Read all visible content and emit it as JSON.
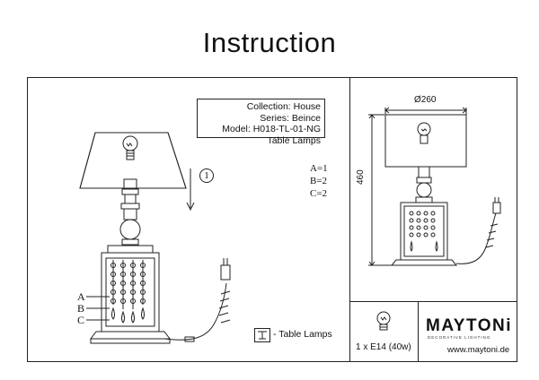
{
  "header": {
    "title": "Instruction"
  },
  "info_box": {
    "collection": "Collection:  House",
    "series": "Series: Beince",
    "model": "Model: H018-TL-01-NG",
    "type": "Table Lamps"
  },
  "parts_list": [
    "A=1",
    "B=2",
    "C=2"
  ],
  "step_marker": "1",
  "part_letters": {
    "a": "A",
    "b": "B",
    "c": "C"
  },
  "legend": {
    "label": "- Table Lamps"
  },
  "dimensions": {
    "diameter": "Ø260",
    "height": "460"
  },
  "bulb_spec": "1 x E14 (40w)",
  "brand": {
    "name": "MAYTONi",
    "tagline": "DECORATIVE LIGHTING",
    "url": "www.maytoni.de"
  }
}
